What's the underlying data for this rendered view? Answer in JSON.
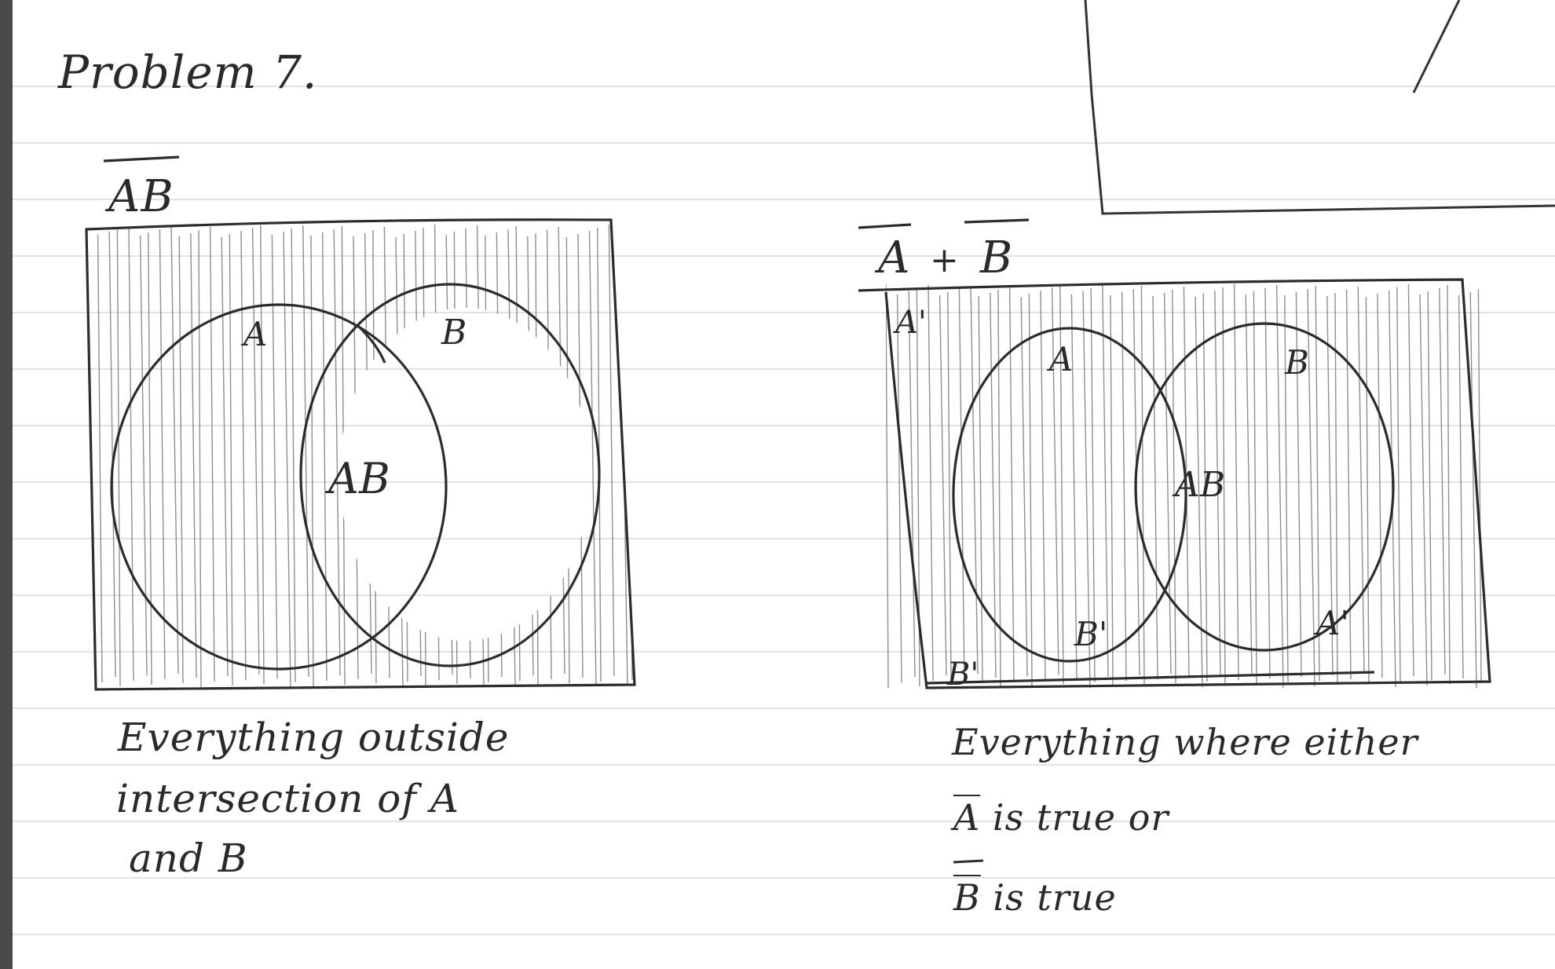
{
  "title": "Problem 7.",
  "left": {
    "heading": "AB",
    "labels": {
      "a": "A",
      "b": "B",
      "ab": "AB"
    },
    "caption": [
      "Everything outside",
      "intersection of A",
      "and B"
    ]
  },
  "right": {
    "heading_a": "A",
    "heading_plus": "+",
    "heading_b": "B",
    "labels": {
      "a": "A",
      "b": "B",
      "ab": "AB",
      "a_prime_corner": "A'",
      "b_prime_corner": "B'",
      "b_prime_in_a": "B'",
      "a_prime_in_b": "A'"
    },
    "caption_line1": "Everything where either",
    "caption_line2_var": "A",
    "caption_line2_rest": " is true or",
    "caption_line3_var": "B",
    "caption_line3_rest": " is true"
  }
}
